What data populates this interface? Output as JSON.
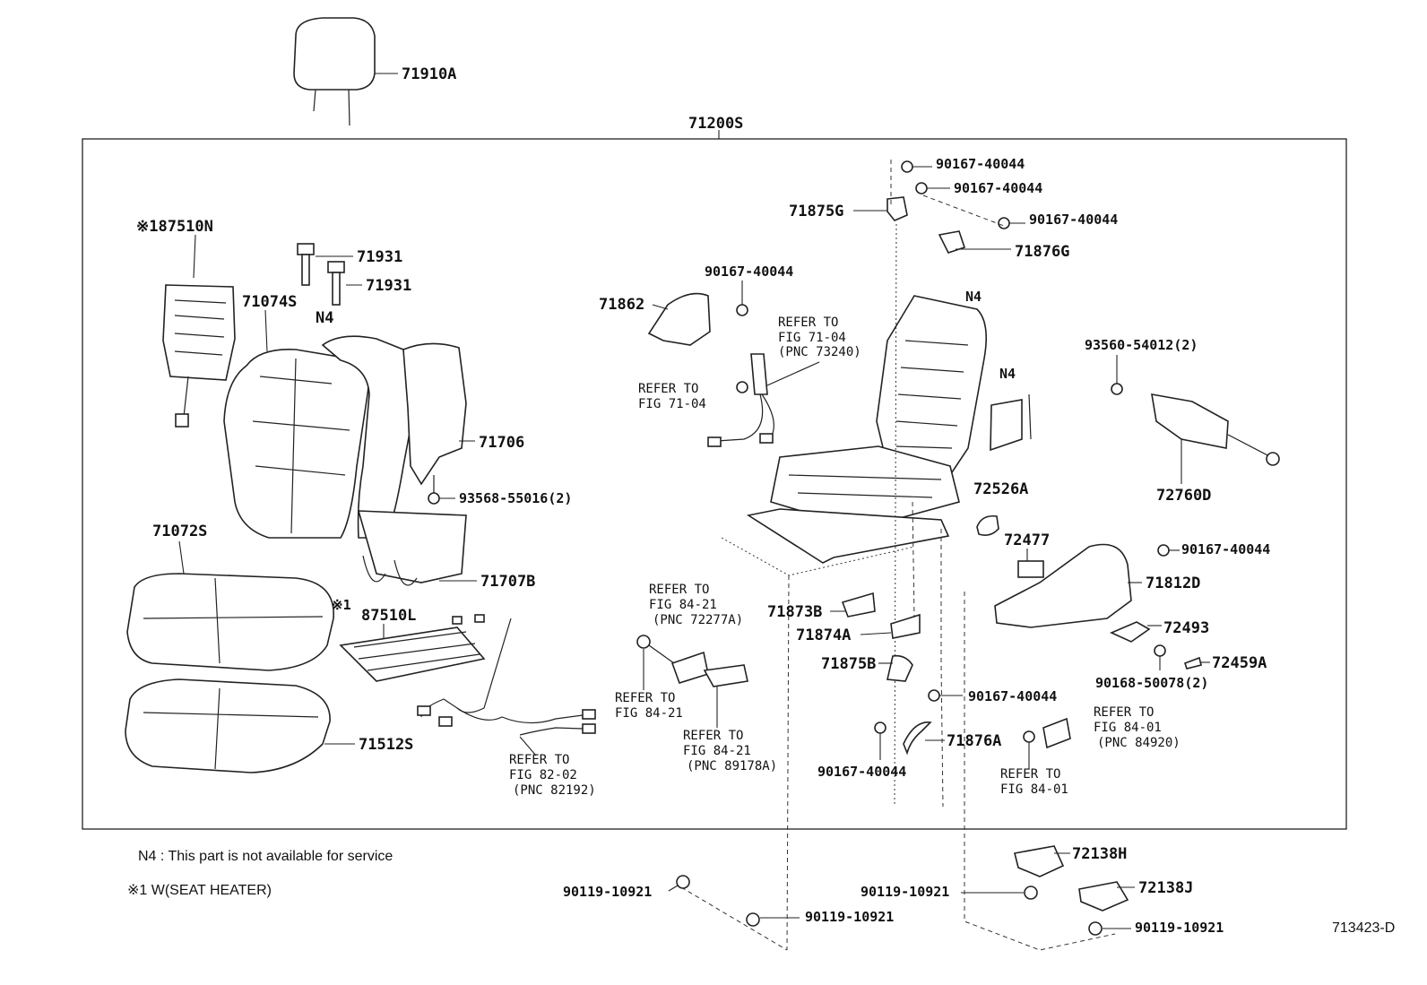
{
  "assembly": "71200S",
  "figure_id": "713423-D",
  "parts": {
    "headrest": "71910A",
    "heater_back": "※187510N",
    "back_cover": "71074S",
    "guide_1": "71931",
    "guide_2": "71931",
    "back_pad_note": "N4",
    "back_board": "71706",
    "bolt_93568": "93568-55016(2)",
    "spring_71707b": "71707B",
    "cushion_cover": "71072S",
    "heater_cushion_mark": "※1",
    "heater_cushion": "87510L",
    "cushion_pad": "71512S",
    "cover_71875g": "71875G",
    "cover_71876g": "71876G",
    "screw_a": "90167-40044",
    "screw_b": "90167-40044",
    "screw_c": "90167-40044",
    "screw_d": "90167-40044",
    "screw_e": "90167-40044",
    "screw_f": "90167-40044",
    "screw_g": "90167-40044",
    "cover_71862": "71862",
    "frame_note": "N4",
    "side_note": "N4",
    "bolt_93560": "93560-54012(2)",
    "bracket_72760d": "72760D",
    "knob_72526a": "72526A",
    "switch_72477": "72477",
    "shield_71812d": "71812D",
    "cover_71873b": "71873B",
    "cover_71874a": "71874A",
    "cover_71875b": "71875B",
    "cover_71876a": "71876A",
    "lever_72493": "72493",
    "cap_72459a": "72459A",
    "screw_90168": "90168-50078(2)",
    "cover_72138h": "72138H",
    "cover_72138j": "72138J",
    "bolt_a": "90119-10921",
    "bolt_b": "90119-10921",
    "bolt_c": "90119-10921",
    "bolt_d": "90119-10921"
  },
  "refs": {
    "r7104a": [
      "REFER TO",
      "FIG 71-04",
      "(PNC 73240)"
    ],
    "r7104b": [
      "REFER TO",
      "FIG 71-04"
    ],
    "r8421a": [
      "REFER TO",
      "FIG 84-21",
      "(PNC 72277A)"
    ],
    "r8421b": [
      "REFER TO",
      "FIG 84-21"
    ],
    "r8421c": [
      "REFER TO",
      "FIG 84-21",
      "(PNC 89178A)"
    ],
    "r8202": [
      "REFER TO",
      "FIG 82-02",
      "(PNC 82192)"
    ],
    "r8401a": [
      "REFER TO",
      "FIG 84-01",
      "(PNC 84920)"
    ],
    "r8401b": [
      "REFER TO",
      "FIG 84-01"
    ]
  },
  "notes": {
    "n4": "N4 : This part is not available for service",
    "mark1": "※1  W(SEAT   HEATER)"
  }
}
